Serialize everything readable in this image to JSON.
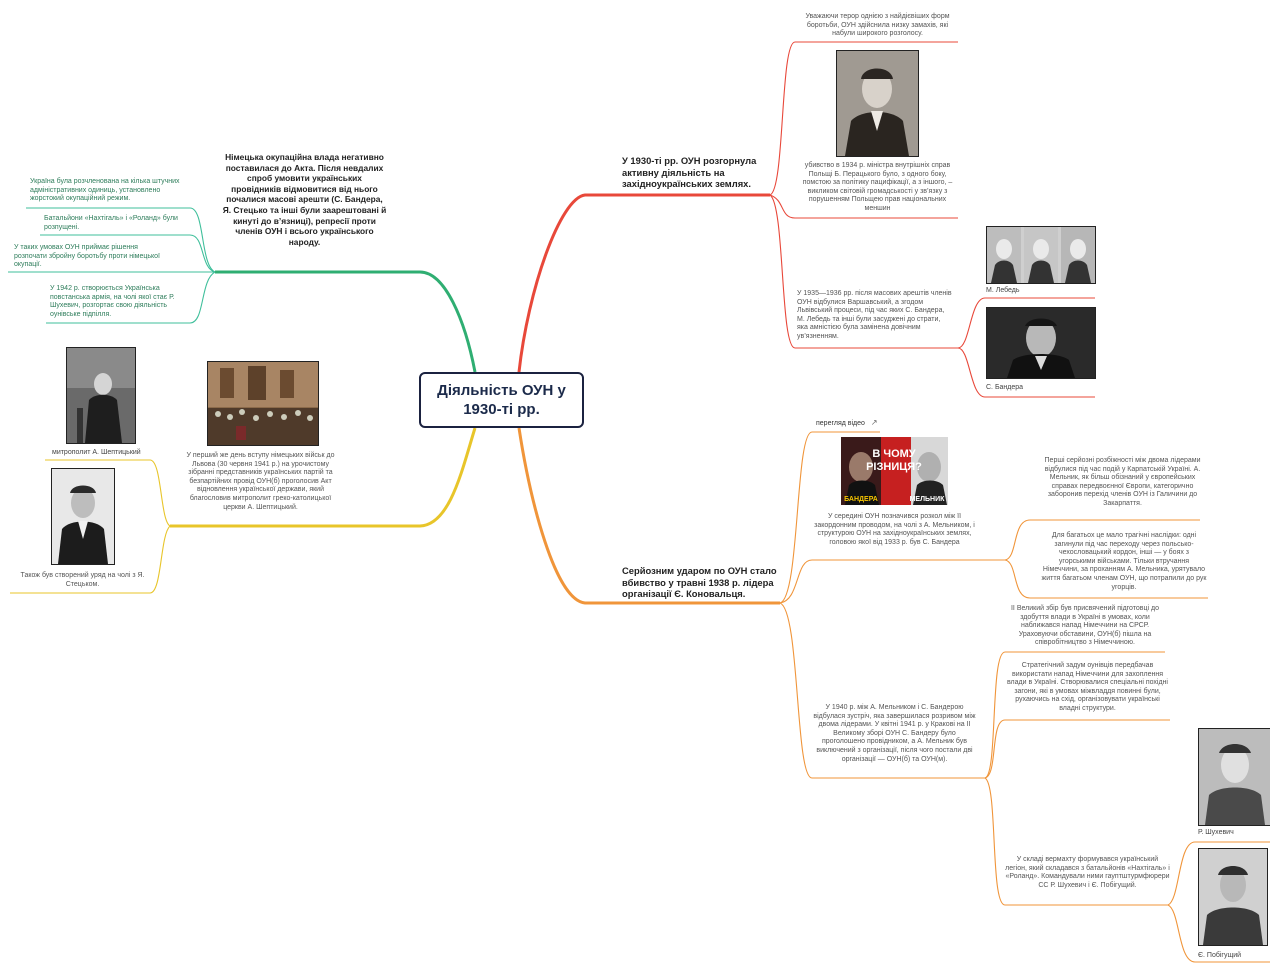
{
  "center": {
    "title_line1": "Діяльність ОУН у",
    "title_line2": "1930-ті рр."
  },
  "colors": {
    "red": "#e8483a",
    "orange": "#f0953a",
    "yellow": "#e8c52a",
    "green": "#2fae72",
    "teal": "#3fbf9b"
  },
  "left_top": {
    "main": "Німецька окупаційна влада негативно поставилася до Акта. Після невдалих спроб умовити українських провідників відмовитися від нього почалися масові арешти (С. Бандера, Я. Стецько та інші були заарештовані й кинуті до в’язниці), репресії проти членів ОУН і всього українського народу.",
    "sub1": "Україна була розчленована на кілька штучних адміністративних одиниць, установлено жорстокий окупаційний режим.",
    "sub2": "Батальйони «Нахтігаль» і «Роланд» були розпущені.",
    "sub3": "У таких умовах ОУН приймає рішення розпочати збройну боротьбу проти німецької окупації.",
    "sub4": "У 1942 р. створюється Українська повстанська армія, на чолі якої стає Р. Шухевич, розгортає свою діяльність оунівське підпілля."
  },
  "left_bottom": {
    "main": "У перший же день вступу німецьких військ до Львова (30 червня 1941 р.) на урочистому зібранні представників українських партій та безпартійних провід ОУН(б) проголосив Акт відновлення української держави, який благословив митрополит греко-католицької церкви А. Шептицький.",
    "caption_sheptytsky": "митрополит А. Шептицький",
    "caption_stetsko": "Також був створений уряд на чолі з Я. Стецьком."
  },
  "right_top": {
    "main": "У 1930-ті рр. ОУН розгорнула активну діяльність на західноукраїнських землях.",
    "sub1": "Уважаючи терор однією з найдієвіших форм боротьби, ОУН здійснила низку замахів, які набули широкого розголосу.",
    "sub2": "убивство в 1934 р. міністра внутрішніх справ Польщі Б. Перацького було, з одного боку, помстою за політику пацифікації, а з іншого, – викликом світовій громадськості у зв’язку з порушенням Польщею прав національних меншин",
    "sub3": "У 1935—1936 рр. після масових арештів членів ОУН відбулися Варшавський, а згодом Львівський процеси, під час яких С. Бандера, М. Лебедь та інші були засуджені до страти, яка амністією була замінена довічним ув’язненням.",
    "caption_lebed": "М. Лебедь",
    "caption_bandera": "С. Бандера"
  },
  "right_bottom": {
    "main": "Серйозним ударом по ОУН стало вбивство у травні 1938 р. лідера організації Є. Коновальця.",
    "video_label": "перегляд відео",
    "video_title_1": "В ЧОМУ",
    "video_title_2": "РІЗНИЦЯ?",
    "video_name_left": "БАНДЕРА",
    "video_name_right": "МЕЛЬНИК",
    "sub1": "У середині ОУН позначився розкол між її закордонним проводом, на чолі з А. Мельником, і структурою ОУН на західноукраїнських землях, головою якої від 1933 р. був С. Бандера",
    "sub1a": "Перші серйозні розбіжності між двома лідерами відбулися під час подій у Карпатській Україні. А. Мельник, як більш обізнаний у європейських справах передвоєнної Європи, категорично заборонив перехід членів ОУН із Галичини до Закарпаття.",
    "sub1b": "Для багатьох це мало трагічні наслідки: одні загинули під час переходу через польсько-чехословацький кордон, інші — у боях з угорськими військами. Тільки втручання Німеччини, за проханням А. Мельника, урятувало життя багатьом членам ОУН, що потрапили до рук угорців.",
    "sub2": "У 1940 р. між А. Мельником і С. Бандерою відбулася зустріч, яка завершилася розривом між двома лідерами. У квітні 1941 р. у Кракові на ІІ Великому зборі ОУН С. Бандеру було проголошено провідником, а А. Мельник був виключений з організації, після чого постали дві організації — ОУН(б) та ОУН(м).",
    "sub2a": "ІІ Великий збір був присвячений підготовці до здобуття влади в Україні в умовах, коли наближався напад Німеччини на СРСР. Ураховуючи обставини, ОУН(б) пішла на співробітництво з Німеччиною.",
    "sub2b": "Стратегічний задум оунівців передбачав використати напад Німеччини для захоплення влади в Україні. Створювалися спеціальні похідні загони, які в умовах міжвладдя повинні були, рухаючись на схід, організовувати українські владні структури.",
    "sub2c": "У складі вермахту формувався український легіон, який складався з батальйонів «Нахтігаль» і «Роланд». Командували ними гауптштурмфюрери СС Р. Шухевич і Є. Побігущий.",
    "caption_shukhevych": "Р. Шухевич",
    "caption_pobihushchyi": "Є. Побігущий"
  }
}
